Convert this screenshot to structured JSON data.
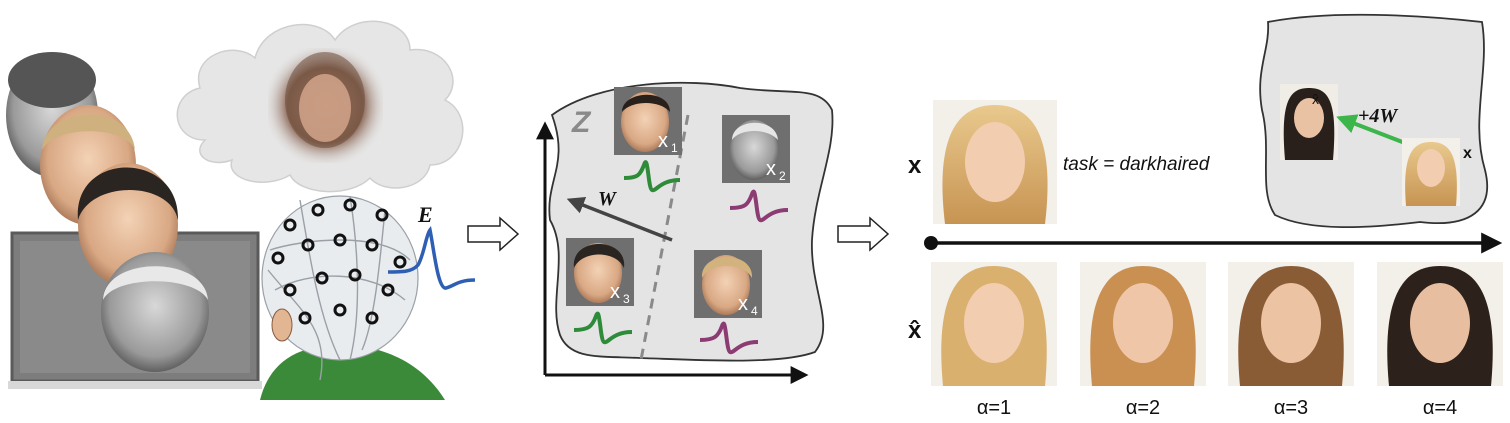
{
  "panel_encoding": {
    "signal_label": "E"
  },
  "panel_latent": {
    "space_label": "Z",
    "direction_label": "W",
    "faces": [
      {
        "label": "x",
        "index": "1",
        "response": "green"
      },
      {
        "label": "x",
        "index": "2",
        "response": "purple"
      },
      {
        "label": "x",
        "index": "3",
        "response": "green"
      },
      {
        "label": "x",
        "index": "4",
        "response": "purple"
      }
    ]
  },
  "panel_generation": {
    "input_label": "x",
    "task_text": "task = darkhaired",
    "output_label": "x̂",
    "inset_step_label": "+4W",
    "inset_source_label": "x",
    "inset_target_label": "x̂",
    "alphas": [
      "α=1",
      "α=2",
      "α=3",
      "α=4"
    ]
  },
  "colors": {
    "green": "#2e8b3a",
    "purple": "#8c3b73",
    "blue": "#2f5fb3",
    "arrow_green": "#3cb54a",
    "latent_fill": "#e4e4e4",
    "shirt": "#3b8a3a"
  }
}
